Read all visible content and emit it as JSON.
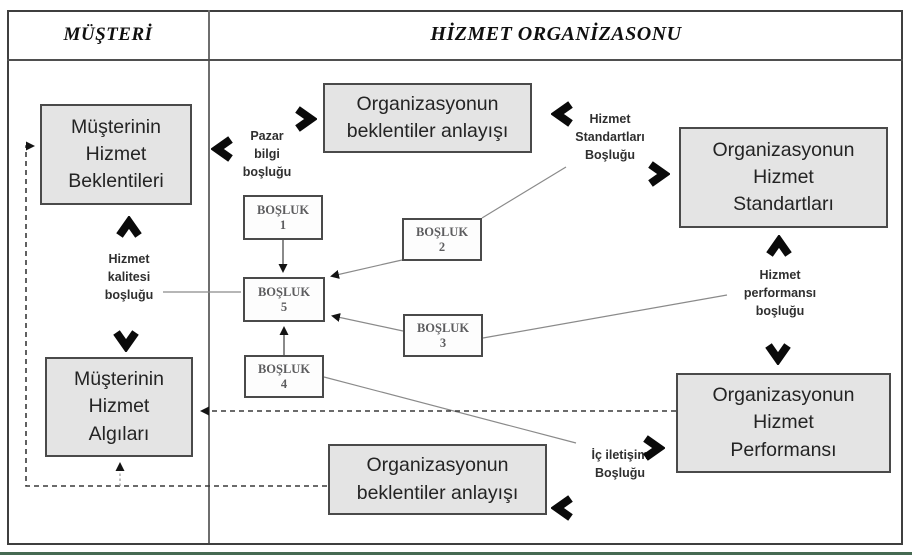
{
  "header": {
    "customer": "MÜŞTERİ",
    "organization": "HİZMET ORGANİZASONU"
  },
  "boxes": {
    "customer_expectations": "Müşterinin Hizmet Beklentileri",
    "org_expectations_top": "Organizasyonun beklentiler anlayışı",
    "org_standards": "Organizasyonun Hizmet Standartları",
    "customer_perceptions": "Müşterinin Hizmet Algıları",
    "org_performance": "Organizasyonun Hizmet Performansı",
    "org_expectations_bottom": "Organizasyonun beklentiler anlayışı"
  },
  "gap_boxes": {
    "gap1": {
      "label": "BOŞLUK",
      "num": "1"
    },
    "gap2": {
      "label": "BOŞLUK",
      "num": "2"
    },
    "gap3": {
      "label": "BOŞLUK",
      "num": "3"
    },
    "gap4": {
      "label": "BOŞLUK",
      "num": "4"
    },
    "gap5": {
      "label": "BOŞLUK",
      "num": "5"
    }
  },
  "labels": {
    "market_gap": "Pazar bilgi boşluğu",
    "standards_gap": "Hizmet Standartları Boşluğu",
    "quality_gap": "Hizmet kalitesi boşluğu",
    "performance_gap": "Hizmet performansı boşluğu",
    "internal_comm_gap": "İç iletişim Boşluğu"
  },
  "icons": {
    "chevron_right": "❯",
    "chevron_left": "❮",
    "chevron_up": "︿",
    "chevron_down": "﹀"
  },
  "colors": {
    "box_fill": "#e4e4e4",
    "box_border": "#4a4a4a",
    "gap_text": "#5d5d5f",
    "connector": "#8a8a8a",
    "bottom_accent_line": "#466a52"
  }
}
